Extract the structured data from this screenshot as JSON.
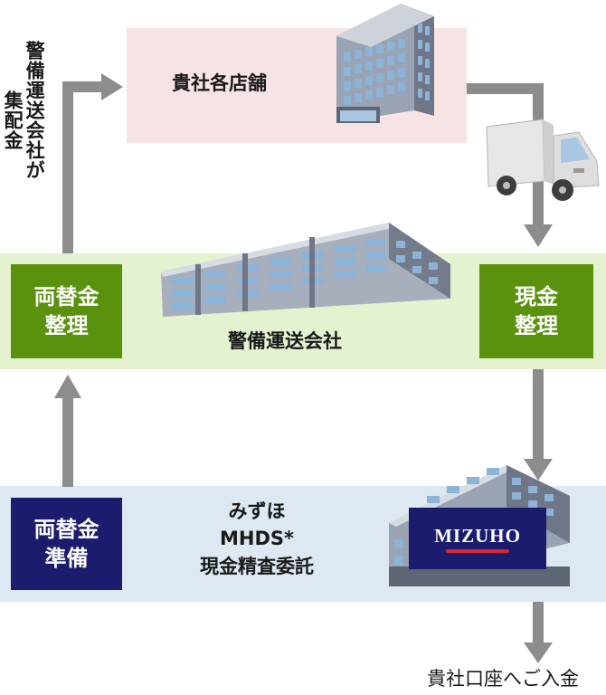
{
  "stores_label": "貴社各店舗",
  "security_company_label": "警備運送会社",
  "left_vertical": {
    "line1": "警備運送会社が",
    "line2": "集配金"
  },
  "exchange_sort_box": {
    "line1": "両替金",
    "line2": "整理"
  },
  "cash_sort_box": {
    "line1": "現金",
    "line2": "整理"
  },
  "exchange_prep_box": {
    "line1": "両替金",
    "line2": "準備"
  },
  "mizuho_text": {
    "line1": "みずほ",
    "line2": "MHDS*",
    "line3": "現金精査委託"
  },
  "mizuho_sign": "MIZUHO",
  "deposit_label": "貴社口座へご入金",
  "colors": {
    "arrow": "#8c8c8c",
    "green_box": "#5a920e",
    "navy_box": "#1c1c6e",
    "pink_band": "#f6e3e4",
    "green_band": "#e4f2cf",
    "blue_band": "#dde8f2"
  }
}
